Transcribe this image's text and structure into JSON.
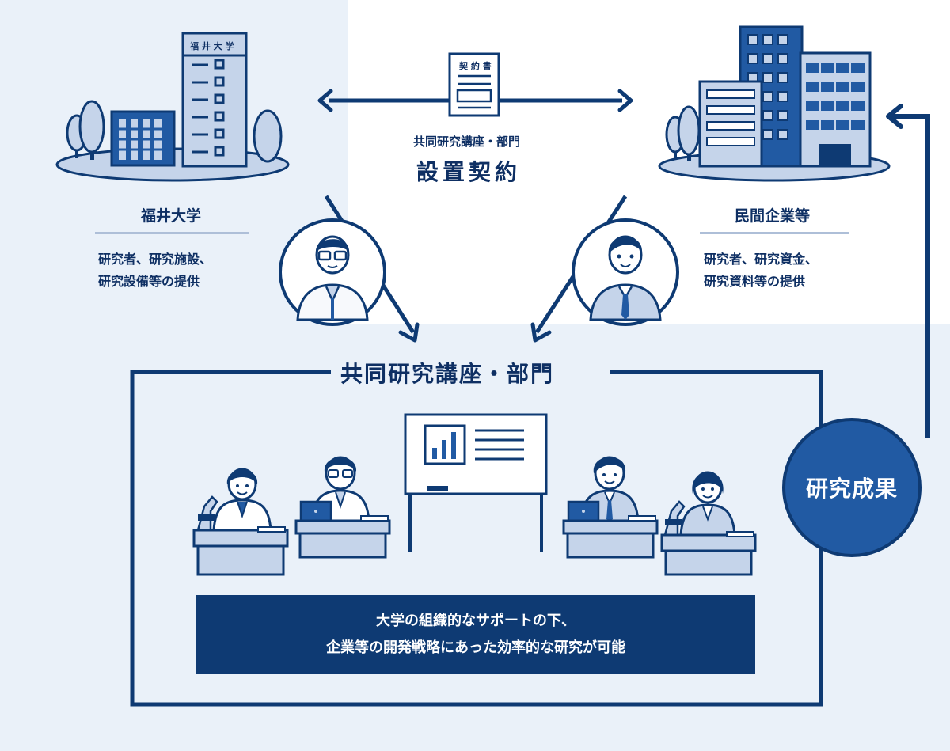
{
  "university": {
    "building_sign": "福 井 大 学",
    "title": "福井大学",
    "provides_line1": "研究者、研究施設、",
    "provides_line2": "研究設備等の提供"
  },
  "company": {
    "title": "民間企業等",
    "provides_line1": "研究者、研究資金、",
    "provides_line2": "研究資料等の提供"
  },
  "contract": {
    "document_label": "契 約 書",
    "caption_small": "共同研究講座・部門",
    "caption_large": "設置契約"
  },
  "joint_lab": {
    "title": "共同研究講座・部門",
    "banner_line1": "大学の組織的なサポートの下、",
    "banner_line2": "企業等の開発戦略にあった効率的な研究が可能"
  },
  "result": {
    "label": "研究成果"
  },
  "colors": {
    "navy": "#0e3a73",
    "blue": "#215aa3",
    "light_blue": "#c5d4ea",
    "background": "#eaf1f9"
  }
}
